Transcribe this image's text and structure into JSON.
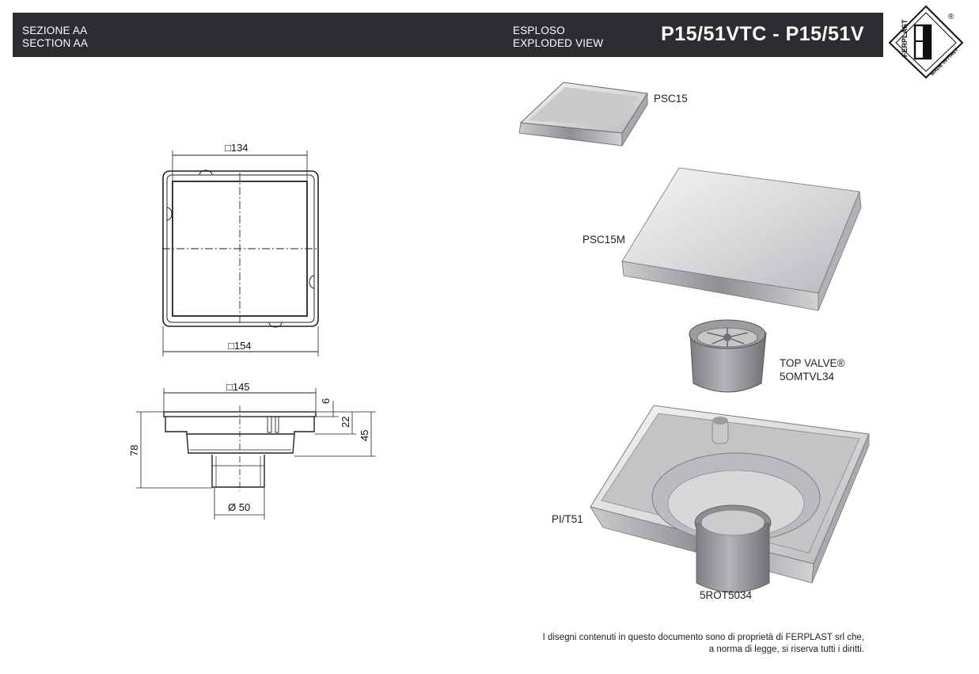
{
  "header": {
    "section_it": "SEZIONE AA",
    "section_en": "SECTION AA",
    "view_it": "ESPLOSO",
    "view_en": "EXPLODED VIEW",
    "product_code": "P15/51VTC - P15/51V"
  },
  "logo": {
    "brand": "FERPLAST",
    "tagline": "MADE IN ITALY",
    "registered": "®",
    "icon": "ferplast-logo-icon"
  },
  "top_view": {
    "dim_inner": "□134",
    "dim_outer": "□154"
  },
  "section_view": {
    "dim_top": "□145",
    "dim_6": "6",
    "dim_22": "22",
    "dim_45": "45",
    "dim_78": "78",
    "dim_pipe": "Ø 50"
  },
  "parts": {
    "psc15": "PSC15",
    "psc15m": "PSC15M",
    "top_valve_name": "TOP VALVE®",
    "top_valve_code": "5OMTVL34",
    "pi_t51": "PI/T51",
    "rot": "5ROT5034"
  },
  "footer": {
    "line1": "I disegni contenuti in questo documento sono di proprietà di FERPLAST srl che,",
    "line2": "a norma di legge, si riserva tutti i diritti."
  },
  "colors": {
    "header_bg": "#2b2d31",
    "steel_light": "#e6e7e9",
    "steel_dark": "#9a9ca0"
  }
}
